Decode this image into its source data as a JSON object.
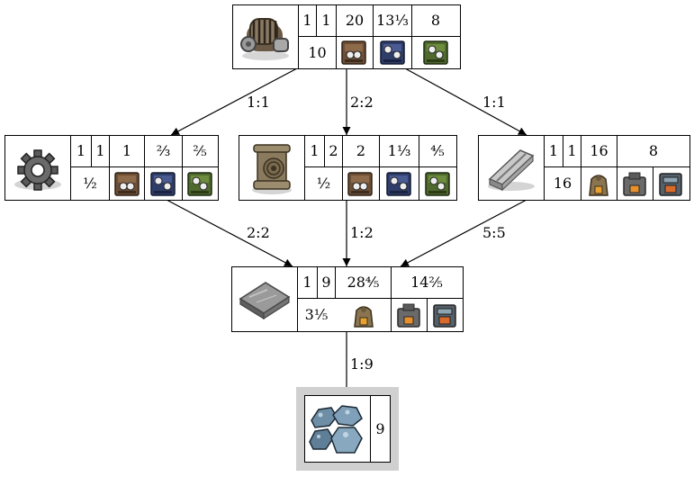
{
  "edges": [
    {
      "label": "1:1"
    },
    {
      "label": "2:2"
    },
    {
      "label": "1:1"
    },
    {
      "label": "2:2"
    },
    {
      "label": "1:2"
    },
    {
      "label": "5:5"
    },
    {
      "label": "1:9"
    }
  ],
  "nodes": {
    "top": {
      "icon": "engine-unit-icon",
      "counts": [
        "1",
        "1",
        "20",
        "13⅓",
        "8"
      ],
      "rate": "10",
      "machines": [
        "assembling-machine-1-icon",
        "assembling-machine-2-icon",
        "assembling-machine-3-icon"
      ]
    },
    "gear": {
      "icon": "iron-gear-wheel-icon",
      "counts": [
        "1",
        "1",
        "1",
        "⅔",
        "⅖"
      ],
      "rate": "½",
      "machines": [
        "assembling-machine-1-icon",
        "assembling-machine-2-icon",
        "assembling-machine-3-icon"
      ]
    },
    "pipe": {
      "icon": "pipe-icon",
      "counts": [
        "1",
        "2",
        "2",
        "1⅓",
        "⅘"
      ],
      "rate": "½",
      "machines": [
        "assembling-machine-1-icon",
        "assembling-machine-2-icon",
        "assembling-machine-3-icon"
      ]
    },
    "steel": {
      "icon": "steel-plate-icon",
      "counts": [
        "1",
        "1",
        "16",
        "8"
      ],
      "rate": "16",
      "machines": [
        "stone-furnace-icon",
        "steel-furnace-icon",
        "electric-furnace-icon"
      ]
    },
    "iron": {
      "icon": "iron-plate-icon",
      "counts": [
        "1",
        "9",
        "28⅘",
        "14⅖"
      ],
      "rate": "3⅕",
      "machines": [
        "stone-furnace-icon",
        "steel-furnace-icon",
        "electric-furnace-icon"
      ]
    },
    "ore": {
      "icon": "iron-ore-icon",
      "count": "9"
    }
  }
}
